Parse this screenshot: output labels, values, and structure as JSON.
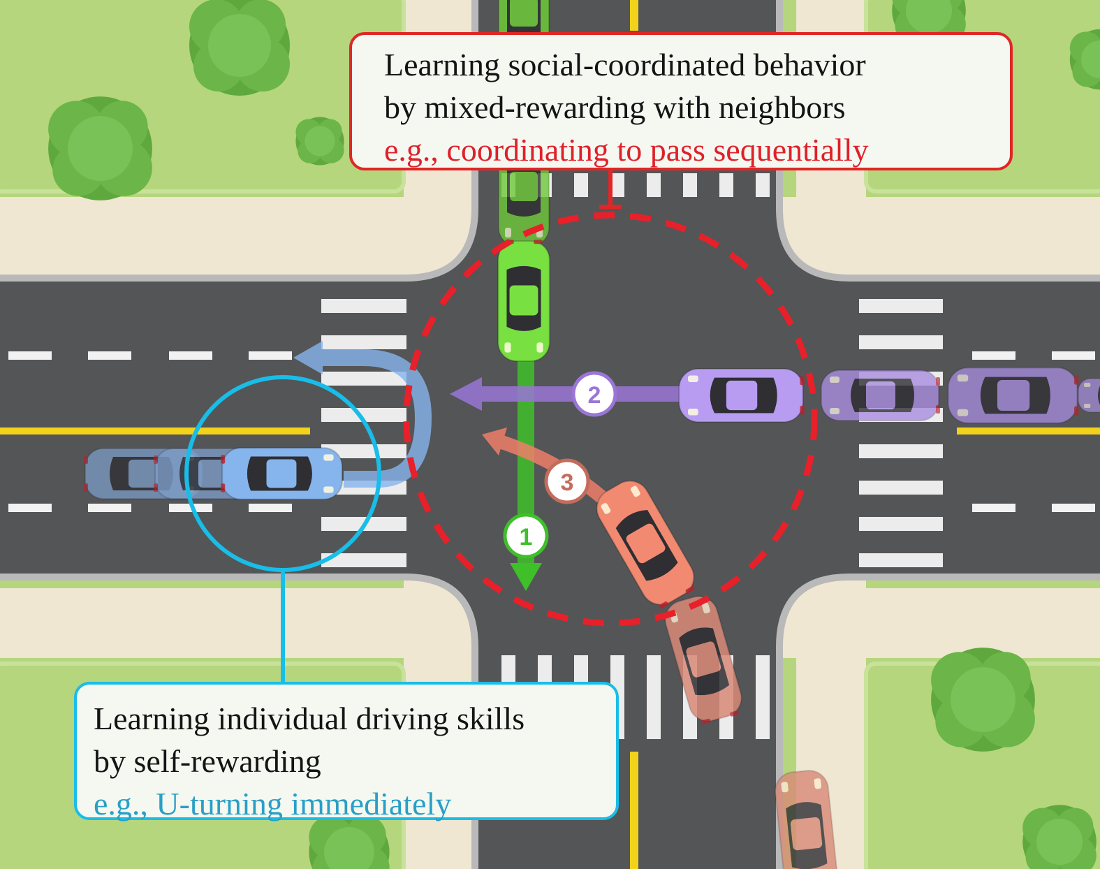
{
  "callouts": {
    "social": {
      "line1": "Learning social-coordinated behavior",
      "line2": "by mixed-rewarding with neighbors",
      "example": "e.g., coordinating to pass sequentially",
      "border_color": "#e02626",
      "example_color": "#e0202a"
    },
    "individual": {
      "line1": "Learning individual driving skills",
      "line2": "by self-rewarding",
      "example": "e.g., U-turning immediately",
      "border_color": "#18bde8",
      "example_color": "#2a9fc6"
    }
  },
  "markers": [
    {
      "label": "1",
      "color": "#3fbf2a"
    },
    {
      "label": "2",
      "color": "#9a76d6"
    },
    {
      "label": "3",
      "color": "#c46c5c"
    }
  ],
  "vehicles": {
    "green": "#78e040",
    "purple": "#b79cf2",
    "blue": "#86b4ec",
    "red": "#f28a72"
  },
  "colors": {
    "road": "#545557",
    "grass": "#b5d67c",
    "sidewalk": "#efe7d2",
    "tree": "#6cb548"
  }
}
